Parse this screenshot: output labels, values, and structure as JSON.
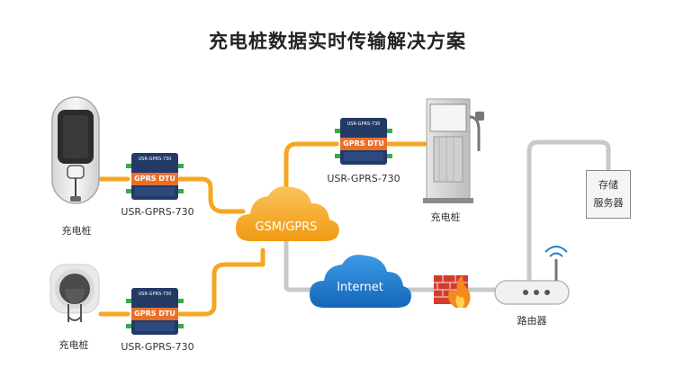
{
  "title": "充电桩数据实时传输解决方案",
  "cloud_gsm": "GSM/GPRS",
  "cloud_internet": "Internet",
  "dtu": {
    "top_label": "USR-GPRS-730",
    "name": "GPRS DTU",
    "model_label": "USR-GPRS-730"
  },
  "charger_label": "充电桩",
  "router_label": "路由器",
  "server": {
    "line1": "存储",
    "line2": "服务器"
  },
  "colors": {
    "orange_line": "#f5a623",
    "gray_line": "#c9c9c9",
    "cloud_orange": "#f4a41e",
    "cloud_blue": "#1e7fd3",
    "dtu_navy": "#233a67",
    "dtu_orange": "#e9702b"
  }
}
